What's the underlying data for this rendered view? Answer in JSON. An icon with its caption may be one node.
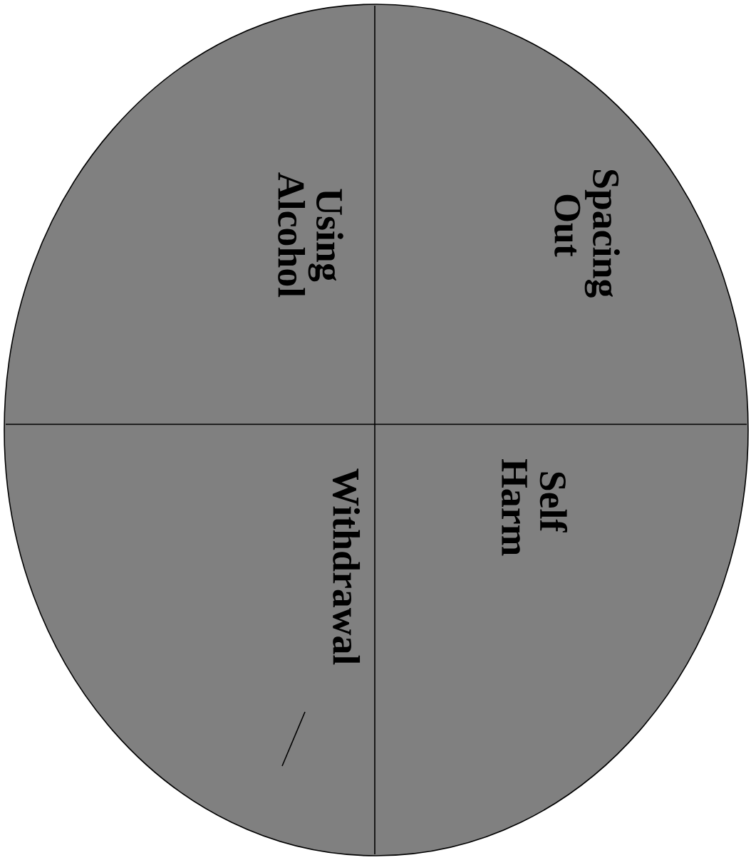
{
  "diagram": {
    "labels": [
      "Spacing Out",
      "Using Alcohol",
      "Self Harm",
      "Withdrawal"
    ]
  }
}
